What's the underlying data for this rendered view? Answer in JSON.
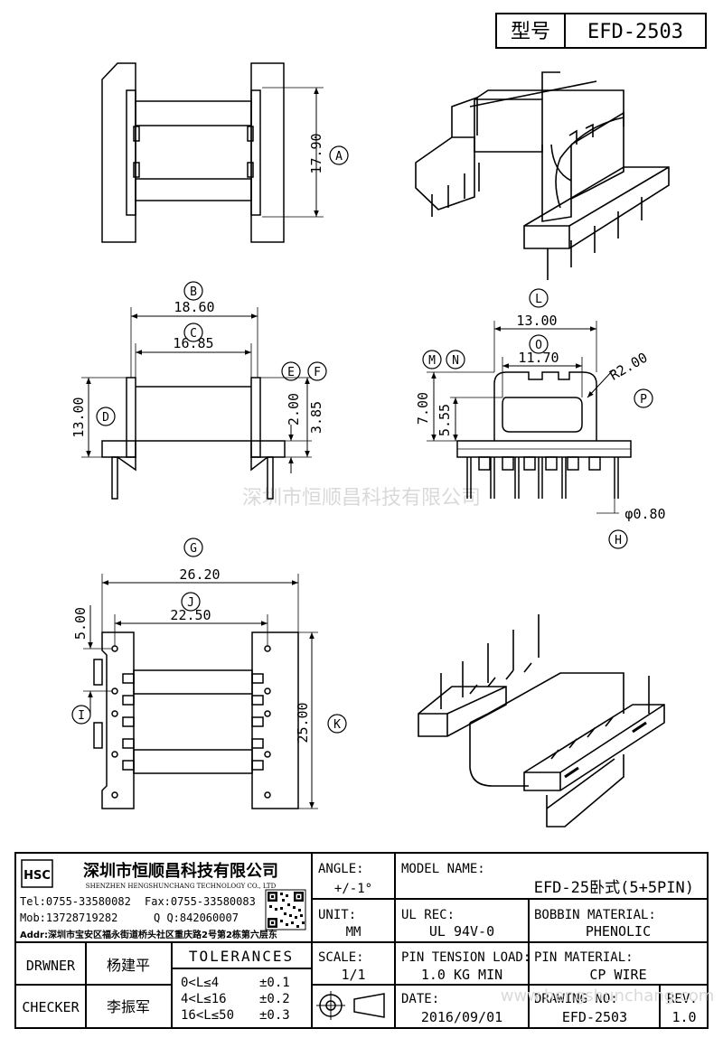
{
  "header": {
    "model_label": "型号",
    "model_value": "EFD-2503"
  },
  "dimensions": {
    "A": "17.90",
    "B": "18.60",
    "C": "16.85",
    "D": "13.00",
    "E": "2.00",
    "F": "3.85",
    "L": "13.00",
    "O": "11.70",
    "M": "7.00",
    "N": "5.55",
    "R": "R2.00",
    "H": "φ0.80",
    "G": "26.20",
    "J": "22.50",
    "five": "5.00",
    "K": "25.00"
  },
  "callouts": {
    "A": "A",
    "B": "B",
    "C": "C",
    "D": "D",
    "E": "E",
    "F": "F",
    "G": "G",
    "H": "H",
    "I": "I",
    "J": "J",
    "K": "K",
    "L": "L",
    "M": "M",
    "N": "N",
    "O": "O",
    "P": "P"
  },
  "watermark": "深圳市恒顺昌科技有限公司",
  "watermark_url": "www.hengshunchang.com",
  "title_block": {
    "company": {
      "logo": "HSC",
      "name": "深圳市恒顺昌科技有限公司",
      "name_en": "SHENZHEN HENGSHUNCHANG TECHNOLOGY CO., LTD",
      "tel": "Tel:0755-33580082",
      "fax": "Fax:0755-33580083",
      "mob": "Mob:13728719282",
      "qq": "Q Q:842060007",
      "addr": "Addr:深圳市宝安区福永街道桥头社区重庆路2号第2栋第六层东"
    },
    "angle": {
      "label": "ANGLE:",
      "value": "+/-1°"
    },
    "unit": {
      "label": "UNIT:",
      "value": "MM"
    },
    "scale": {
      "label": "SCALE:",
      "value": "1/1"
    },
    "model_name": {
      "label": "MODEL NAME:",
      "value": "EFD-25卧式(5+5PIN)"
    },
    "ul_rec": {
      "label": "UL REC:",
      "value": "UL 94V-0"
    },
    "bobbin_material": {
      "label": "BOBBIN MATERIAL:",
      "value": "PHENOLIC"
    },
    "pin_tension": {
      "label": "PIN TENSION LOAD:",
      "value": "1.0 KG MIN"
    },
    "pin_material": {
      "label": "PIN MATERIAL:",
      "value": "CP WIRE"
    },
    "date": {
      "label": "DATE:",
      "value": "2016/09/01"
    },
    "drawing_no": {
      "label": "DRAWING NO:",
      "value": "EFD-2503"
    },
    "rev": {
      "label": "REV.",
      "value": "1.0"
    },
    "drawner": {
      "label": "DRWNER",
      "value": "杨建平"
    },
    "checker": {
      "label": "CHECKER",
      "value": "李振军"
    },
    "tolerances": {
      "title": "TOLERANCES",
      "rows": [
        {
          "range": "0<L≤4",
          "tol": "±0.1"
        },
        {
          "range": "4<L≤16",
          "tol": "±0.2"
        },
        {
          "range": "16<L≤50",
          "tol": "±0.3"
        }
      ]
    }
  }
}
